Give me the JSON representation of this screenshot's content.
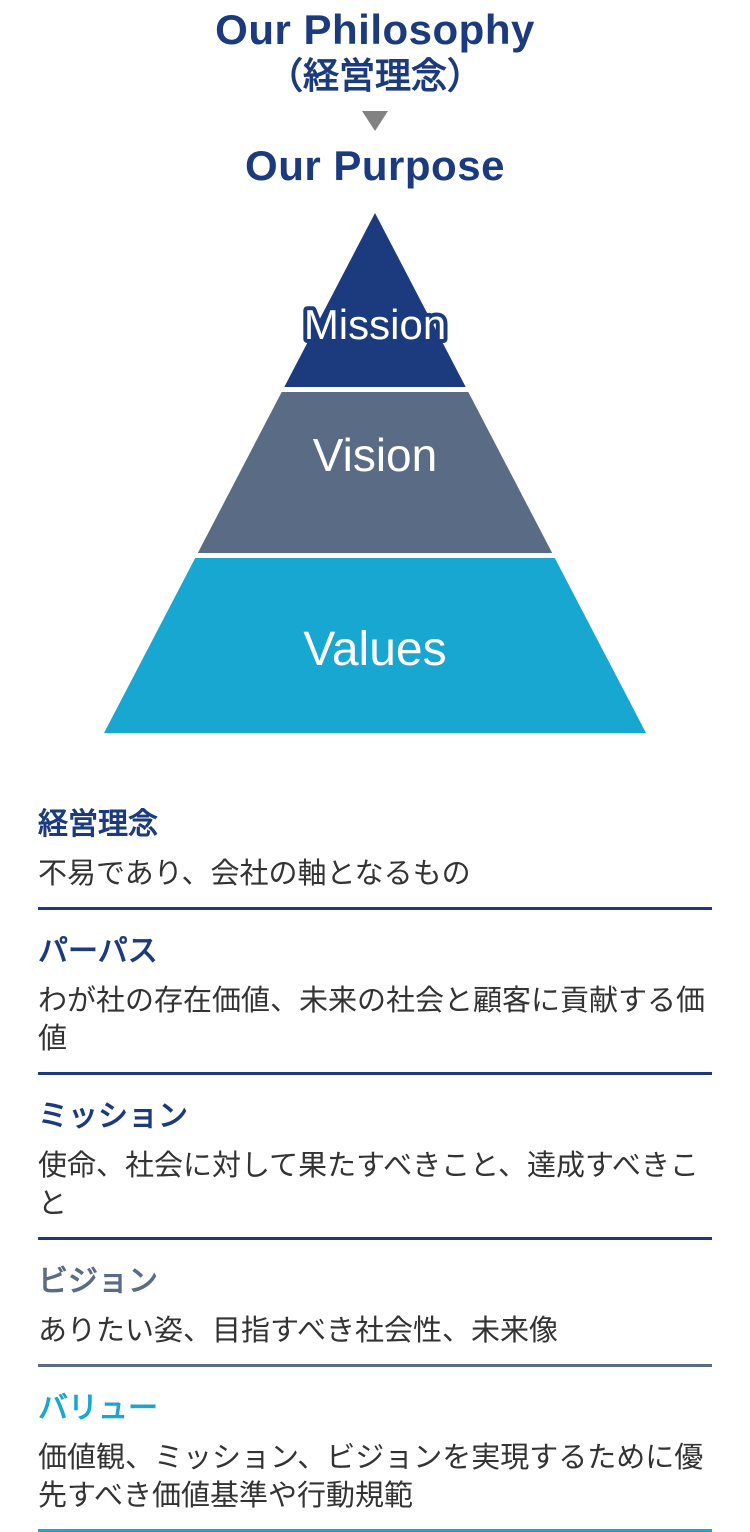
{
  "header": {
    "title_en": "Our Philosophy",
    "title_ja": "（経営理念）",
    "purpose_en": "Our Purpose",
    "text_color": "#1b3b7e",
    "arrow_color": "#828282"
  },
  "pyramid": {
    "tiers": [
      {
        "label": "Mission",
        "fill": "#1b3b7e",
        "label_color": "#ffffff",
        "label_outline": "#1b3b7e"
      },
      {
        "label": "Vision",
        "fill": "#5a6b85",
        "label_color": "#ffffff"
      },
      {
        "label": "Values",
        "fill": "#17a7d0",
        "label_color": "#ffffff"
      }
    ]
  },
  "definitions": [
    {
      "term": "経営理念",
      "description": "不易であり、会社の軸となるもの",
      "accent_color": "#1b3b7e"
    },
    {
      "term": "パーパス",
      "description": "わが社の存在価値、未来の社会と顧客に貢献する価値",
      "accent_color": "#1b3b7e"
    },
    {
      "term": "ミッション",
      "description": "使命、社会に対して果たすべきこと、達成すべきこと",
      "accent_color": "#1b3b7e"
    },
    {
      "term": "ビジョン",
      "description": "ありたい姿、目指すべき社会性、未来像",
      "accent_color": "#5a6b85"
    },
    {
      "term": "バリュー",
      "description": "価値観、ミッション、ビジョンを実現するために優先すべき価値基準や行動規範",
      "accent_color": "#17a7d0"
    }
  ]
}
